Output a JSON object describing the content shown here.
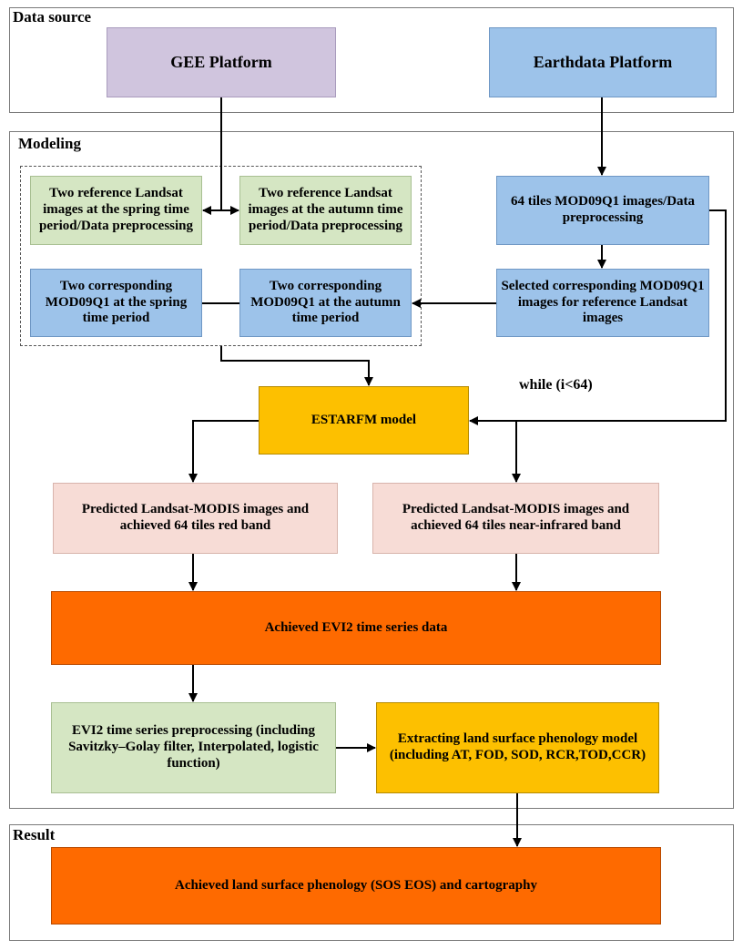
{
  "sections": {
    "data_source": "Data source",
    "modeling": "Modeling",
    "result": "Result"
  },
  "nodes": {
    "gee": "GEE Platform",
    "earthdata": "Earthdata Platform",
    "landsat_spring": "Two reference Landsat images at the spring time period/Data preprocessing",
    "landsat_autumn": "Two reference Landsat images at the autumn time period/Data preprocessing",
    "mod_tiles": "64 tiles MOD09Q1 images/Data preprocessing",
    "mod_spring": "Two corresponding MOD09Q1  at the spring time period",
    "mod_autumn": "Two corresponding MOD09Q1 at the autumn time period",
    "mod_selected": "Selected corresponding MOD09Q1 images for reference Landsat images",
    "estarfm": "ESTARFM  model",
    "red_band": "Predicted Landsat-MODIS images and achieved 64 tiles red band",
    "nir_band": "Predicted Landsat-MODIS images and achieved 64 tiles near-infrared band",
    "evi2_series": "Achieved EVI2 time series data",
    "evi2_pre": "EVI2 time series preprocessing (including Savitzky–Golay filter, Interpolated,  logistic function)",
    "extract": "Extracting  land surface phenology model (including AT, FOD, SOD, RCR,TOD,CCR)",
    "final": "Achieved land surface phenology (SOS EOS) and cartography"
  },
  "loop_label": "while (i<64)",
  "colors": {
    "purple": "#d0c5de",
    "blue": "#9dc3ea",
    "green": "#d5e6c3",
    "yellow": "#fdc000",
    "pink": "#f7dcd6",
    "orange": "#fe6a00"
  }
}
